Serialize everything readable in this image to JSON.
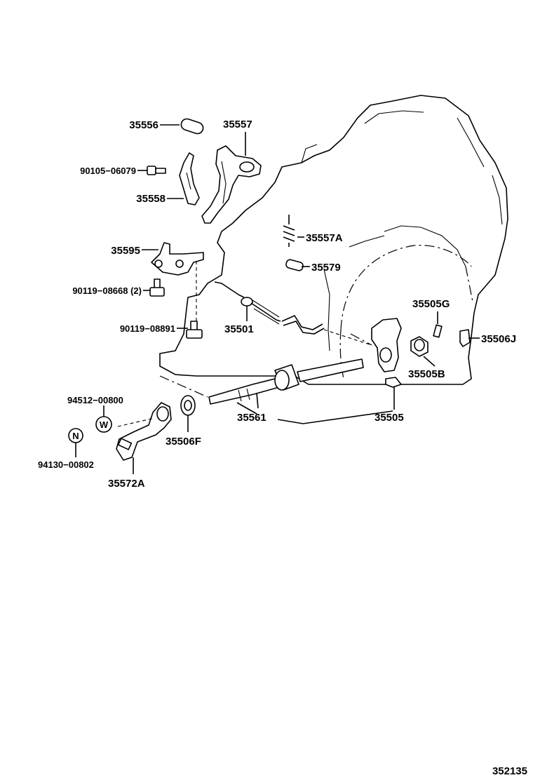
{
  "diagram": {
    "callouts": {
      "p35556": "35556",
      "p35557": "35557",
      "p90105_06079": "90105−06079",
      "p35558": "35558",
      "p35557a": "35557A",
      "p35595": "35595",
      "p35579": "35579",
      "p90119_08668": "90119−08668 (2)",
      "p35505g": "35505G",
      "p90119_08891": "90119−08891",
      "p35501": "35501",
      "p35506j": "35506J",
      "p35505b": "35505B",
      "p94512_00800": "94512−00800",
      "p35561": "35561",
      "p35505": "35505",
      "p35506f": "35506F",
      "p94130_00802": "94130−00802",
      "p35572a": "35572A"
    },
    "symbols": {
      "washer_letter": "W",
      "nut_letter": "N"
    },
    "figure_number": "352135"
  }
}
